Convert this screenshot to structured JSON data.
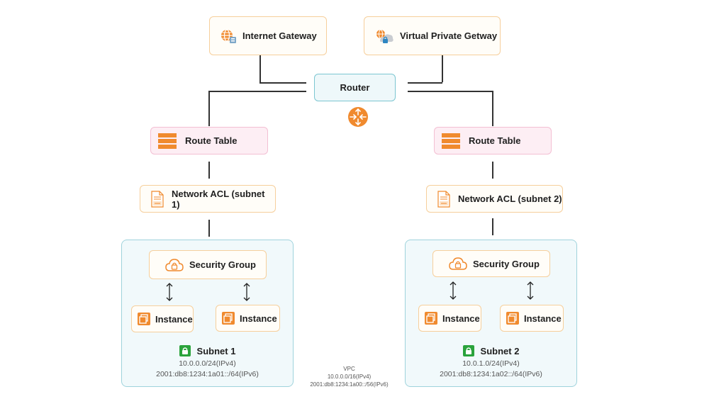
{
  "gateways": {
    "internet": "Internet Gateway",
    "vpg": "Virtual Private Getway"
  },
  "router": {
    "label": "Router"
  },
  "left": {
    "route_table": "Route Table",
    "acl": "Network ACL (subnet 1)",
    "security_group": "Security Group",
    "instance_a": "Instance",
    "instance_b": "Instance",
    "subnet_title": "Subnet 1",
    "ipv4": "10.0.0.0/24(IPv4)",
    "ipv6": "2001:db8:1234:1a01::/64(IPv6)"
  },
  "right": {
    "route_table": "Route Table",
    "acl": "Network ACL (subnet 2)",
    "security_group": "Security Group",
    "instance_a": "Instance",
    "instance_b": "Instance",
    "subnet_title": "Subnet 2",
    "ipv4": "10.0.1.0/24(IPv4)",
    "ipv6": "2001:db8:1234:1a02::/64(IPv6)"
  },
  "vpc": {
    "title": "VPC",
    "ipv4": "10.0.0.0/16(IPv4)",
    "ipv6": "2001:db8:1234:1a00::/56(IPv6)"
  },
  "colors": {
    "orange": "#f08a2e",
    "teal": "#7cc6d1",
    "pink": "#f3bfd3",
    "green": "#2aa33c"
  },
  "icons": [
    "globe-icon",
    "cloud-lock-icon",
    "router-icon",
    "route-table-icon",
    "acl-document-icon",
    "security-group-icon",
    "instance-chip-icon",
    "lock-icon"
  ]
}
